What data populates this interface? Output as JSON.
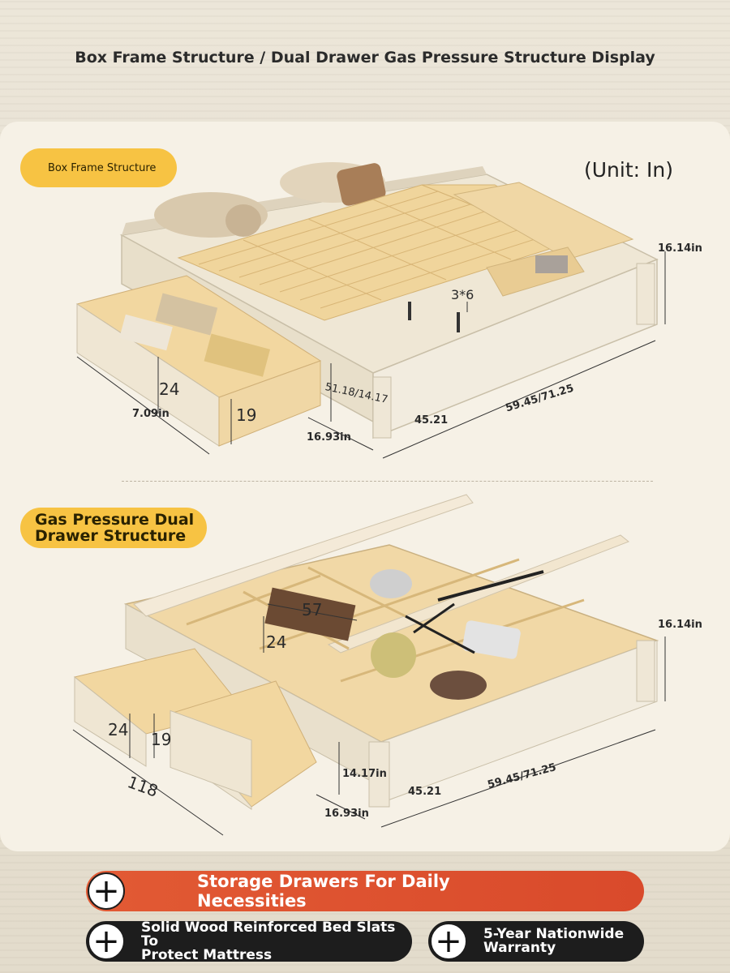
{
  "title": "Box Frame Structure / Dual Drawer Gas Pressure Structure Display",
  "unit_label": "(Unit: In)",
  "section1": {
    "badge": "Box Frame Structure",
    "dims": {
      "height": "16.14in",
      "slat": "3*6",
      "drawer_h": "24",
      "drawer_inner": "19",
      "drawer_side": "7.09in",
      "side_height": "51.18/14.17",
      "drawer_depth": "16.93in",
      "width_a": "45.21",
      "length": "59.45/71.25"
    }
  },
  "section2": {
    "badge_line1": "Gas Pressure Dual",
    "badge_line2": "Drawer Structure",
    "dims": {
      "height": "16.14in",
      "box_w": "57",
      "box_h": "24",
      "drawer_h": "24",
      "drawer_inner": "19",
      "drawer_len": "118",
      "side_height": "14.17in",
      "drawer_depth": "16.93in",
      "width_a": "45.21",
      "length": "59.45/71.25"
    }
  },
  "features": [
    {
      "line1": "Storage Drawers For Daily",
      "line2": "Necessities"
    },
    {
      "line1": "Solid Wood Reinforced Bed Slats To",
      "line2": "Protect Mattress"
    },
    {
      "line1": "5-Year Nationwide",
      "line2": "Warranty"
    }
  ],
  "colors": {
    "badge": "#f7c343",
    "feature_primary": "#e25a34",
    "feature_dark": "#1d1d1d",
    "wood": "#e9c98b",
    "frame": "#efe8d8"
  }
}
